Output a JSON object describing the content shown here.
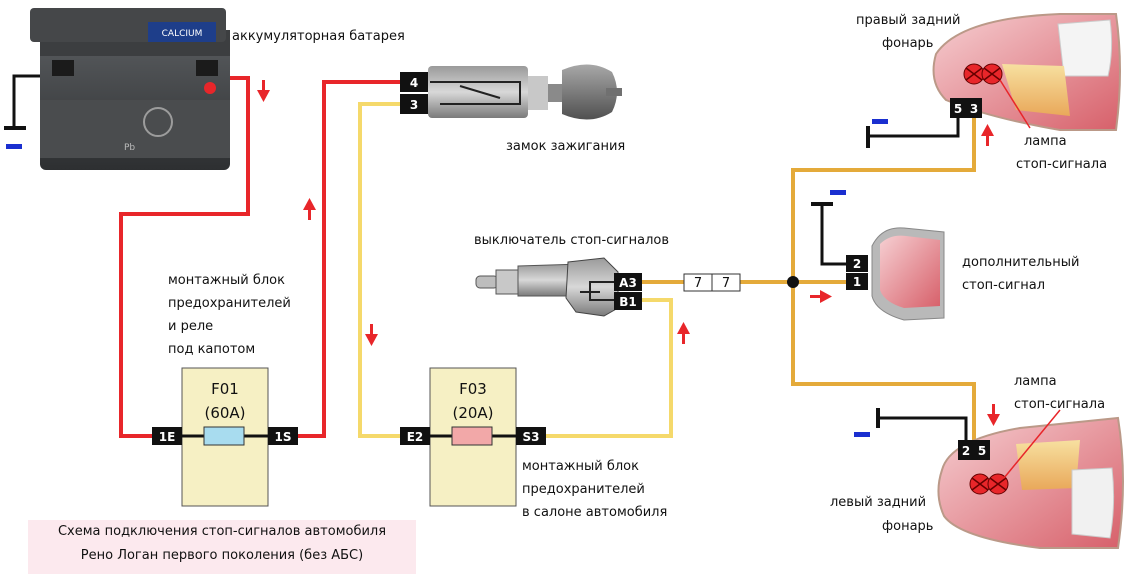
{
  "labels": {
    "battery": "аккумуляторная батарея",
    "ignition": "замок зажигания",
    "brake_switch": "выключатель стоп-сигналов",
    "fuse_block_hood_1": "монтажный блок",
    "fuse_block_hood_2": "предохранителей",
    "fuse_block_hood_3": "и реле",
    "fuse_block_hood_4": "под капотом",
    "fuse_block_cabin_1": "монтажный блок",
    "fuse_block_cabin_2": "предохранителей",
    "fuse_block_cabin_3": "в салоне автомобиля",
    "right_lamp_1": "правый задний",
    "right_lamp_2": "фонарь",
    "right_bulb_1": "лампа",
    "right_bulb_2": "стоп-сигнала",
    "extra_lamp_1": "дополнительный",
    "extra_lamp_2": "стоп-сигнал",
    "left_bulb_1": "лампа",
    "left_bulb_2": "стоп-сигнала",
    "left_lamp_1": "левый задний",
    "left_lamp_2": "фонарь"
  },
  "fuses": {
    "f01_name": "F01",
    "f01_rating": "(60A)",
    "f03_name": "F03",
    "f03_rating": "(20A)"
  },
  "pins": {
    "ign_4": "4",
    "ign_3": "3",
    "f01_in": "1E",
    "f01_out": "1S",
    "f03_in": "E2",
    "f03_out": "S3",
    "sw_a3": "A3",
    "sw_b1": "B1",
    "conn_7a": "7",
    "conn_7b": "7",
    "rl_5": "5",
    "rl_3": "3",
    "ex_2": "2",
    "ex_1": "1",
    "ll_2": "2",
    "ll_5": "5"
  },
  "battery_marks": {
    "brand": "CALCIUM",
    "pb": "Pb"
  },
  "caption": {
    "line1": "Схема подключения стоп-сигналов автомобиля",
    "line2": "Рено Логан первого поколения (без АБС)"
  },
  "colors": {
    "wire_red": "#e8262a",
    "wire_yellow": "#f5d96b",
    "wire_orange": "#e4aa3a",
    "ground_blue": "#1a2fd0",
    "arrow_red": "#e8262a",
    "fuse_block": "#f6f0c4"
  }
}
